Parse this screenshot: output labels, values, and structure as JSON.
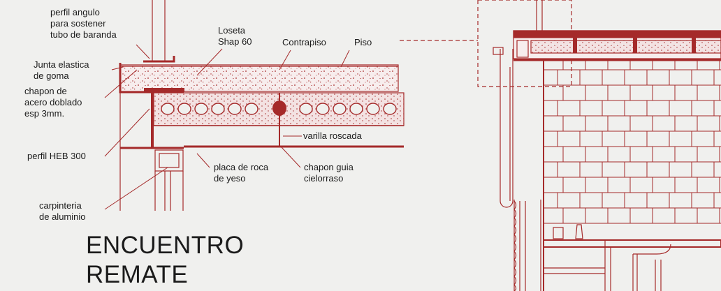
{
  "colors": {
    "line": "#a52a2a",
    "background": "#f0f0ee",
    "text": "#1b1b1b"
  },
  "labels": {
    "perfil_angulo": "perfil angulo\npara sostener\ntubo de baranda",
    "junta_elastica": "Junta elastica\nde goma",
    "chapon_acero": "chapon de\nacero doblado\nesp 3mm.",
    "perfil_heb": "perfil HEB 300",
    "carpinteria": "carpinteria\nde aluminio",
    "loseta": "Loseta\nShap 60",
    "contrapiso": "Contrapiso",
    "piso": "Piso",
    "varilla": "varilla roscada",
    "placa_yeso": "placa de roca\nde yeso",
    "chapon_guia": "chapon guia\ncielorraso"
  },
  "title": {
    "line1": "ENCUENTRO",
    "line2": "REMATE"
  }
}
